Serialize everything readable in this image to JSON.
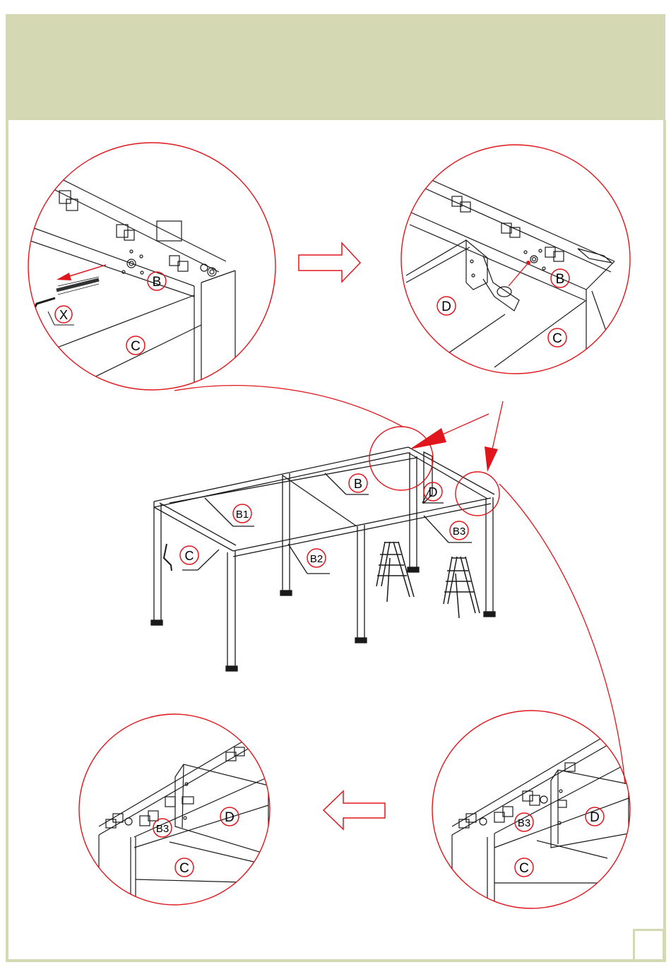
{
  "colors": {
    "band": "#d5d9b3",
    "accent": "#e0161c",
    "line": "#1a1a1a"
  },
  "header": {
    "title": ""
  },
  "page_number": "",
  "labels": {
    "B": "B",
    "B1": "B1",
    "B2": "B2",
    "B3": "B3",
    "C": "C",
    "D": "D",
    "X": "X"
  },
  "icons": [
    "arrow-right-outline-icon",
    "arrow-left-outline-icon",
    "red-pointer-arrow-icon",
    "hex-key-icon",
    "step-ladder-icon"
  ]
}
